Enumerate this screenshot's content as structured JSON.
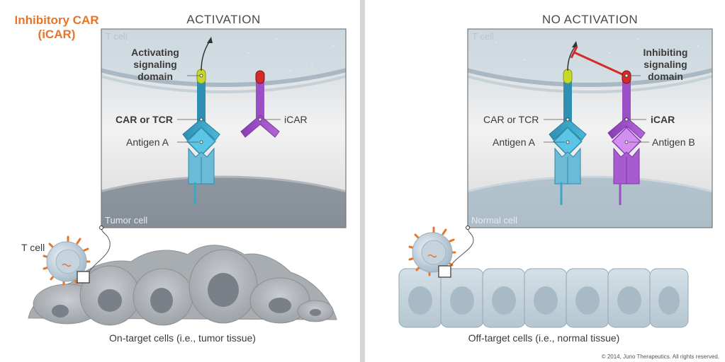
{
  "header": {
    "title_line1": "Inhibitory CAR",
    "title_line2": "(iCAR)"
  },
  "left_panel": {
    "title": "ACTIVATION",
    "t_cell_label": "T cell",
    "bottom_cell_label": "Tumor cell",
    "labels": {
      "activating_line1": "Activating",
      "activating_line2": "signaling",
      "activating_line3": "domain",
      "car_tcr": "CAR or TCR",
      "antigen": "Antigen A",
      "icar": "iCAR"
    },
    "tissue_caption": "On-target cells (i.e., tumor tissue)",
    "tcell_small_label": "T cell"
  },
  "right_panel": {
    "title": "NO ACTIVATION",
    "t_cell_label": "T cell",
    "bottom_cell_label": "Normal cell",
    "labels": {
      "inhibiting_line1": "Inhibiting",
      "inhibiting_line2": "signaling",
      "inhibiting_line3": "domain",
      "car_tcr": "CAR or TCR",
      "antigen_a": "Antigen A",
      "icar": "iCAR",
      "antigen_b": "Antigen B"
    },
    "tissue_caption": "Off-target cells (i.e., normal tissue)"
  },
  "copyright": "© 2014, Juno Therapeutics. All rights reserved.",
  "colors": {
    "orange": "#e8742a",
    "car_blue": "#3aa7c9",
    "icar_purple": "#9b4fc4",
    "activating_yellow": "#c8d82a",
    "inhibiting_red": "#d42a2a"
  }
}
